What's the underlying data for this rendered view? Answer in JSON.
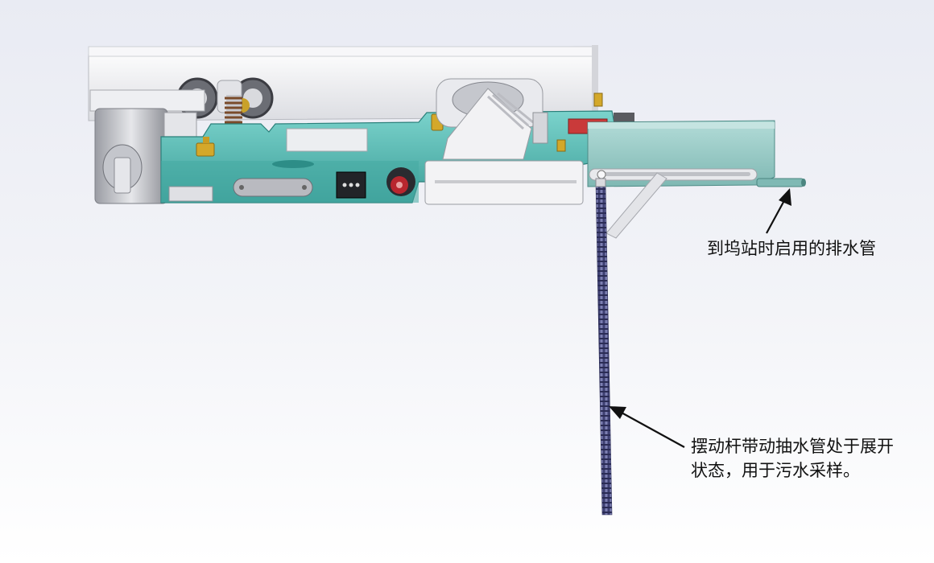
{
  "annotations": {
    "drain_pipe": "到坞站时启用的排水管",
    "sampling_line1": "摆动杆带动抽水管处于展开",
    "sampling_line2": "状态，用于污水采样。"
  },
  "colors": {
    "body_teal": "#5cbfb8",
    "body_teal_dark": "#2f8b86",
    "cover_white": "#f3f3f5",
    "brass": "#d4a82a",
    "hose": "#4b4d7e",
    "red_block": "#c93a3a",
    "arrow": "#111111"
  },
  "icons": {
    "connector": "three-pin-connector-icon",
    "knob": "red-knob-icon"
  }
}
